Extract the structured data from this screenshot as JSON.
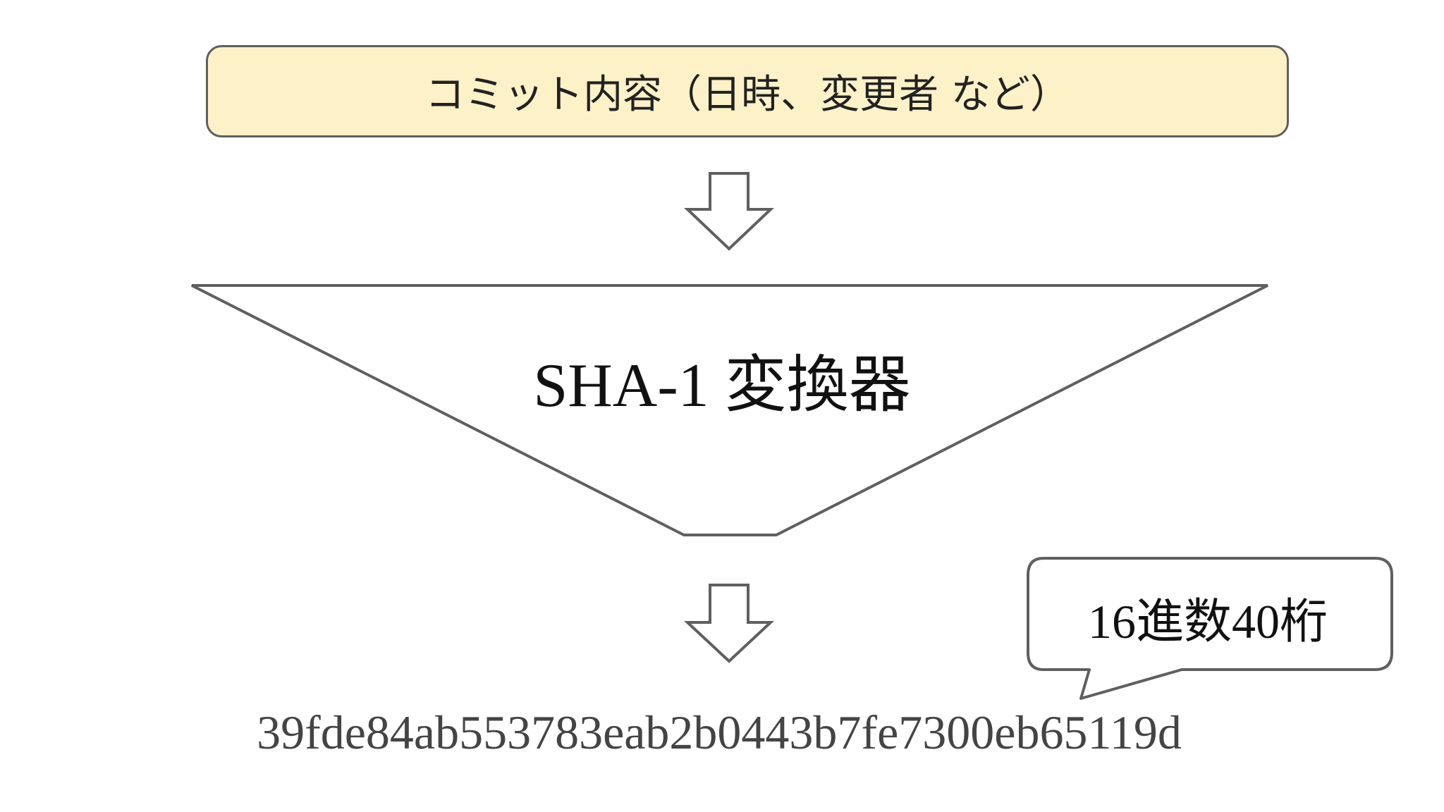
{
  "input": {
    "label": "コミット内容（日時、変更者 など）"
  },
  "converter": {
    "label": "SHA-1 変換器"
  },
  "callout": {
    "label": "16進数40桁"
  },
  "output": {
    "hash": "39fde84ab553783eab2b0443b7fe7300eb65119d"
  },
  "colors": {
    "input_fill": "#fdf1c8",
    "outline": "#5f5f5f",
    "background": "#ffffff"
  }
}
